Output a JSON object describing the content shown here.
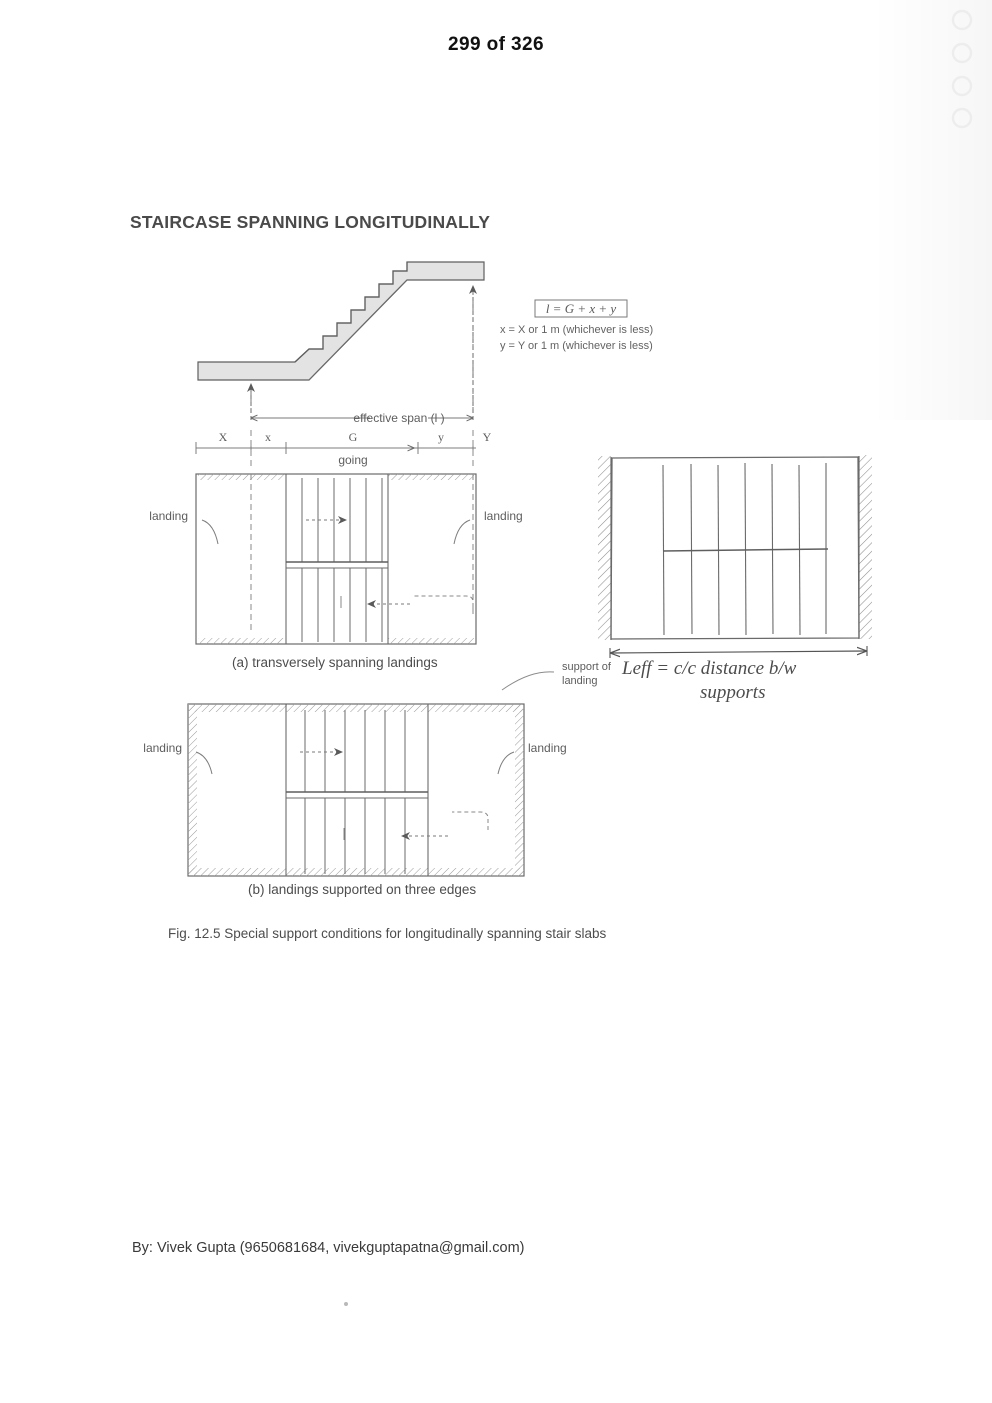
{
  "page": {
    "header": "299 of 326",
    "section_title": "STAIRCASE SPANNING LONGITUDINALLY",
    "footer": "By: Vivek Gupta (9650681684, vivekguptapatna@gmail.com)",
    "background_color": "#ffffff",
    "ink_color": "#4d4d4d"
  },
  "figure": {
    "caption": "Fig. 12.5  Special support conditions for longitudinally spanning stair slabs",
    "subfigures": [
      {
        "label": "(a)",
        "caption": "(a)  transversely spanning landings"
      },
      {
        "label": "(b)",
        "caption": "(b)  landings supported on three edges"
      }
    ],
    "formula_box": {
      "equation": "l = G + x + y",
      "note_x": "x = X or 1 m (whichever is less)",
      "note_y": "y = Y or 1 m (whichever is less)"
    },
    "dimension_line": {
      "span_label": "effective span (l )",
      "ticks": [
        "X",
        "x",
        "G",
        "y",
        "Y"
      ],
      "going_label": "going"
    },
    "labels": {
      "landing_left_a": "landing",
      "landing_right_a": "landing",
      "landing_left_b": "landing",
      "landing_right_b": "landing",
      "support_of_landing": "support of\nlanding",
      "support_of_landing_line1": "support of",
      "support_of_landing_line2": "landing"
    }
  },
  "handwritten_note": {
    "line1": "Leff =  c/c distance b/w",
    "line2": "supports"
  }
}
